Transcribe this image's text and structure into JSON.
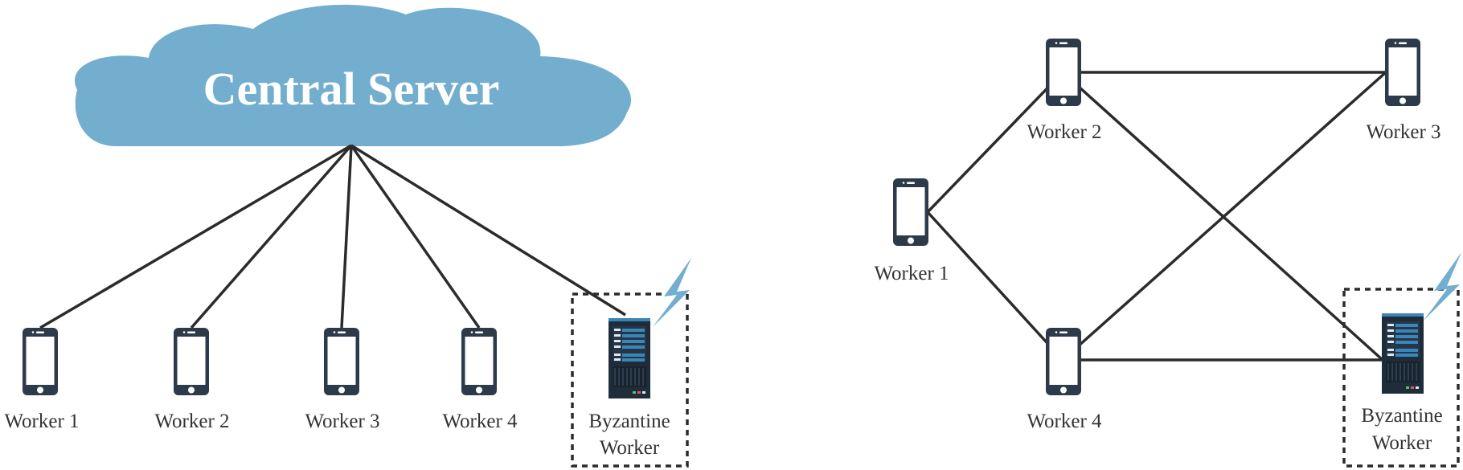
{
  "colors": {
    "cloud": "#73aecf",
    "bolt": "#73aecf",
    "line": "#2b2b2b",
    "device": "#2d3a4a",
    "server_accent": "#3a86b8",
    "text": "#333333"
  },
  "left_diagram": {
    "server_label": "Central Server",
    "workers": [
      {
        "label": "Worker 1"
      },
      {
        "label": "Worker 2"
      },
      {
        "label": "Worker 3"
      },
      {
        "label": "Worker 4"
      }
    ],
    "byzantine_label_line1": "Byzantine",
    "byzantine_label_line2": "Worker"
  },
  "right_diagram": {
    "workers": [
      {
        "label": "Worker 1"
      },
      {
        "label": "Worker 2"
      },
      {
        "label": "Worker 3"
      },
      {
        "label": "Worker 4"
      }
    ],
    "byzantine_label_line1": "Byzantine",
    "byzantine_label_line2": "Worker"
  },
  "icons": {
    "phone": "smartphone-icon",
    "server": "server-tower-icon",
    "attack": "lightning-bolt-icon",
    "cloud": "cloud-icon"
  }
}
